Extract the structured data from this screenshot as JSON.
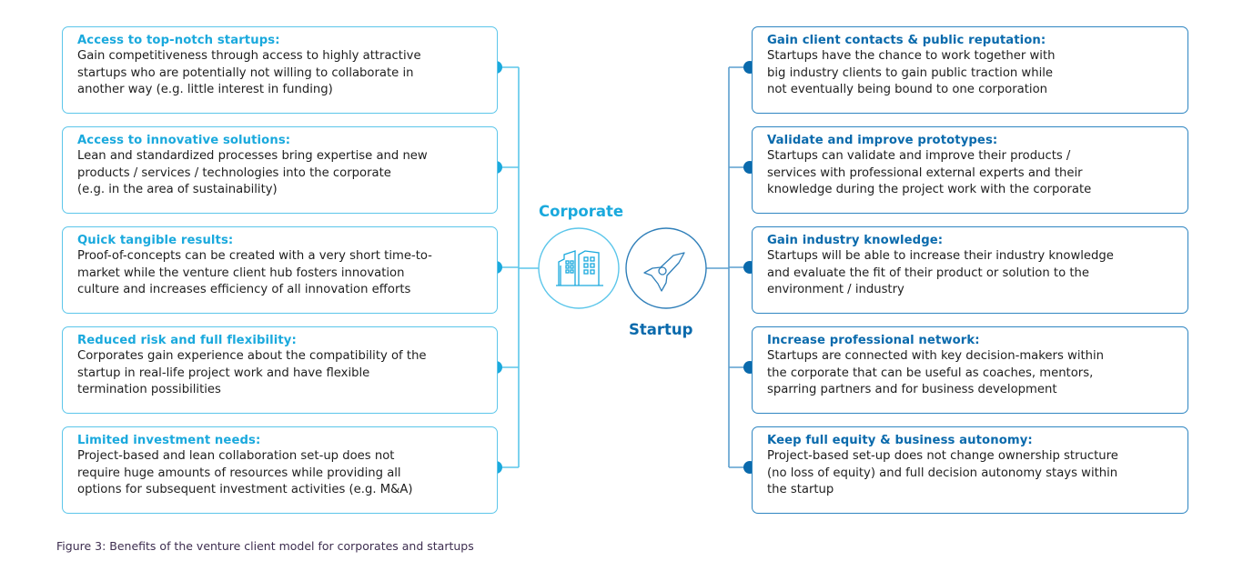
{
  "colors": {
    "corporate": "#1aa9dd",
    "startup": "#0a6aac",
    "corporate_line": "#5cc6ea",
    "startup_line": "#5b9fcf",
    "body_text": "#1e1e1e",
    "caption_text": "#3d2d4f"
  },
  "hub": {
    "corporate_label": "Corporate",
    "startup_label": "Startup",
    "corporate_icon": "buildings-icon",
    "startup_icon": "rocket-icon"
  },
  "corporate_benefits": [
    {
      "title": "Access to top-notch startups:",
      "lines": [
        "Gain competitiveness through access to highly attractive",
        "startups who are potentially not willing to collaborate in",
        "another way (e.g. little interest in funding)"
      ]
    },
    {
      "title": "Access to innovative solutions:",
      "lines": [
        "Lean and standardized processes bring expertise and new",
        "products / services / technologies into the corporate",
        "(e.g. in the area of sustainability)"
      ]
    },
    {
      "title": "Quick tangible results:",
      "lines": [
        "Proof-of-concepts can be created with a very short time-to-",
        "market while the venture client hub fosters innovation",
        "culture and increases efficiency of all innovation efforts"
      ]
    },
    {
      "title": "Reduced risk and full flexibility:",
      "lines": [
        "Corporates gain experience about the compatibility of the",
        "startup in real-life project work and have flexible",
        "termination possibilities"
      ]
    },
    {
      "title": "Limited investment needs:",
      "lines": [
        "Project-based and lean collaboration set-up does not",
        "require huge amounts of resources while providing all",
        "options for subsequent investment activities (e.g. M&A)"
      ]
    }
  ],
  "startup_benefits": [
    {
      "title": "Gain client contacts & public reputation:",
      "lines": [
        "Startups have the chance to work together with",
        "big industry clients to gain public traction while",
        "not eventually being bound to one corporation"
      ]
    },
    {
      "title": "Validate and improve prototypes:",
      "lines": [
        "Startups can validate and improve their products /",
        "services with professional external experts and their",
        "knowledge during the project work with the corporate"
      ]
    },
    {
      "title": "Gain industry knowledge:",
      "lines": [
        "Startups will be able to increase their industry knowledge",
        "and evaluate the fit of their product or solution to the",
        "environment / industry"
      ]
    },
    {
      "title": "Increase professional network:",
      "lines": [
        "Startups are connected with key decision-makers within",
        "the corporate that can be useful as coaches, mentors,",
        "sparring partners and for business development"
      ]
    },
    {
      "title": "Keep full equity & business autonomy:",
      "lines": [
        "Project-based set-up does not change ownership structure",
        "(no loss of equity) and full decision autonomy stays within",
        "the startup"
      ]
    }
  ],
  "caption": "Figure 3: Benefits of the venture client model for corporates and startups"
}
